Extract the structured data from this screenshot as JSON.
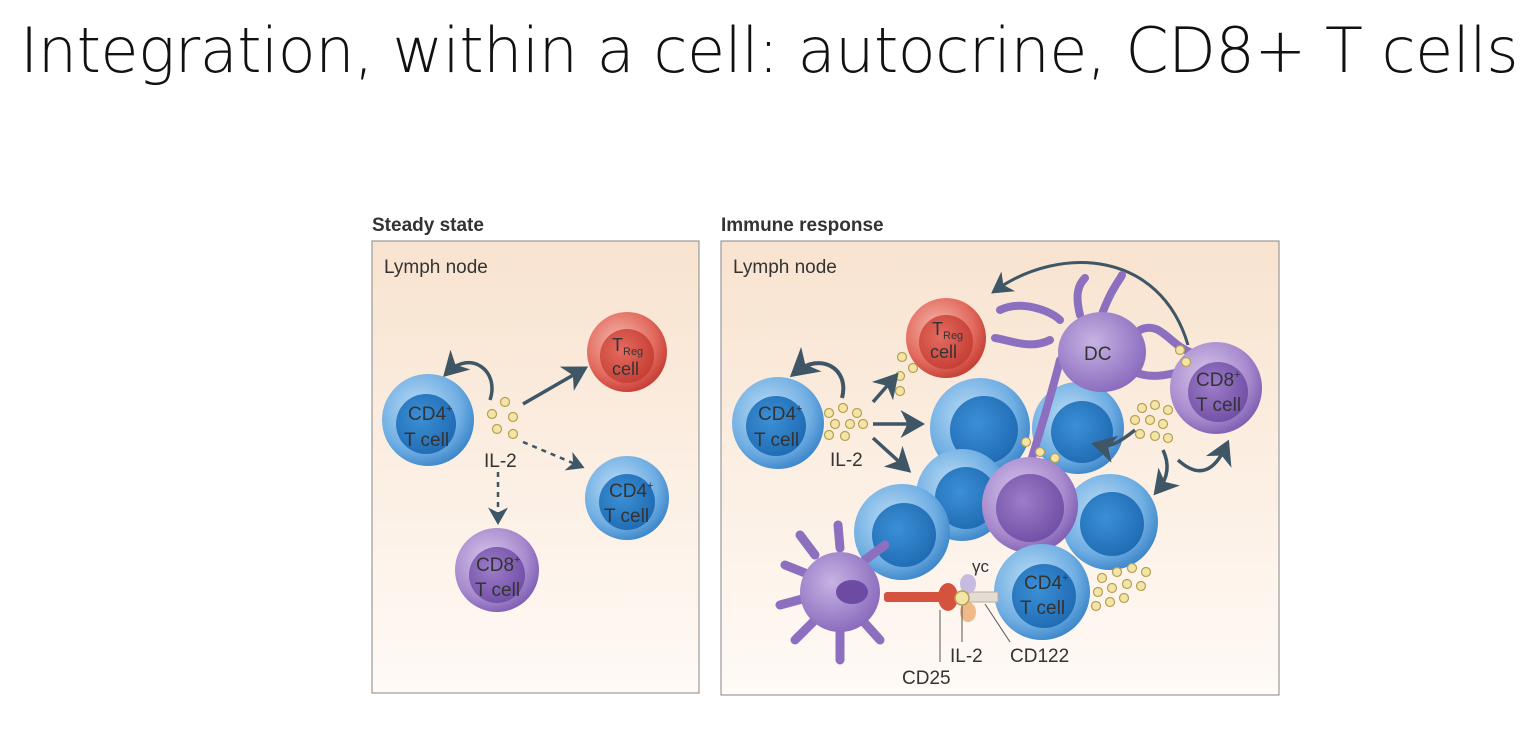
{
  "slide": {
    "title": "Integration, within a cell: autocrine, CD8+ T cells"
  },
  "panels": {
    "steady": {
      "heading": "Steady state",
      "region": "Lymph node"
    },
    "immune": {
      "heading": "Immune response",
      "region": "Lymph node"
    }
  },
  "cells": {
    "cd4_main": "CD4",
    "cd4_sup": "+",
    "tcell": "T cell",
    "cd8_main": "CD8",
    "cd8_sup": "+",
    "treg_main": "T",
    "treg_sub": "Reg",
    "treg_cell": "cell",
    "dc": "DC"
  },
  "labels": {
    "il2": "IL-2",
    "gamma_c": "γc",
    "cd25": "CD25",
    "cd122": "CD122"
  },
  "colors": {
    "panel_top": "#fae6d2",
    "panel_bottom": "#fffaf5",
    "cd4_blue": "#5b9fd8",
    "cd4_nucleus": "#2a7cc4",
    "cd8_purple": "#9b7cc4",
    "treg_red": "#e0564c",
    "dc_purple": "#8d6fbf",
    "il2_dot": "#f0e0a0",
    "arrow": "#3e5665"
  }
}
